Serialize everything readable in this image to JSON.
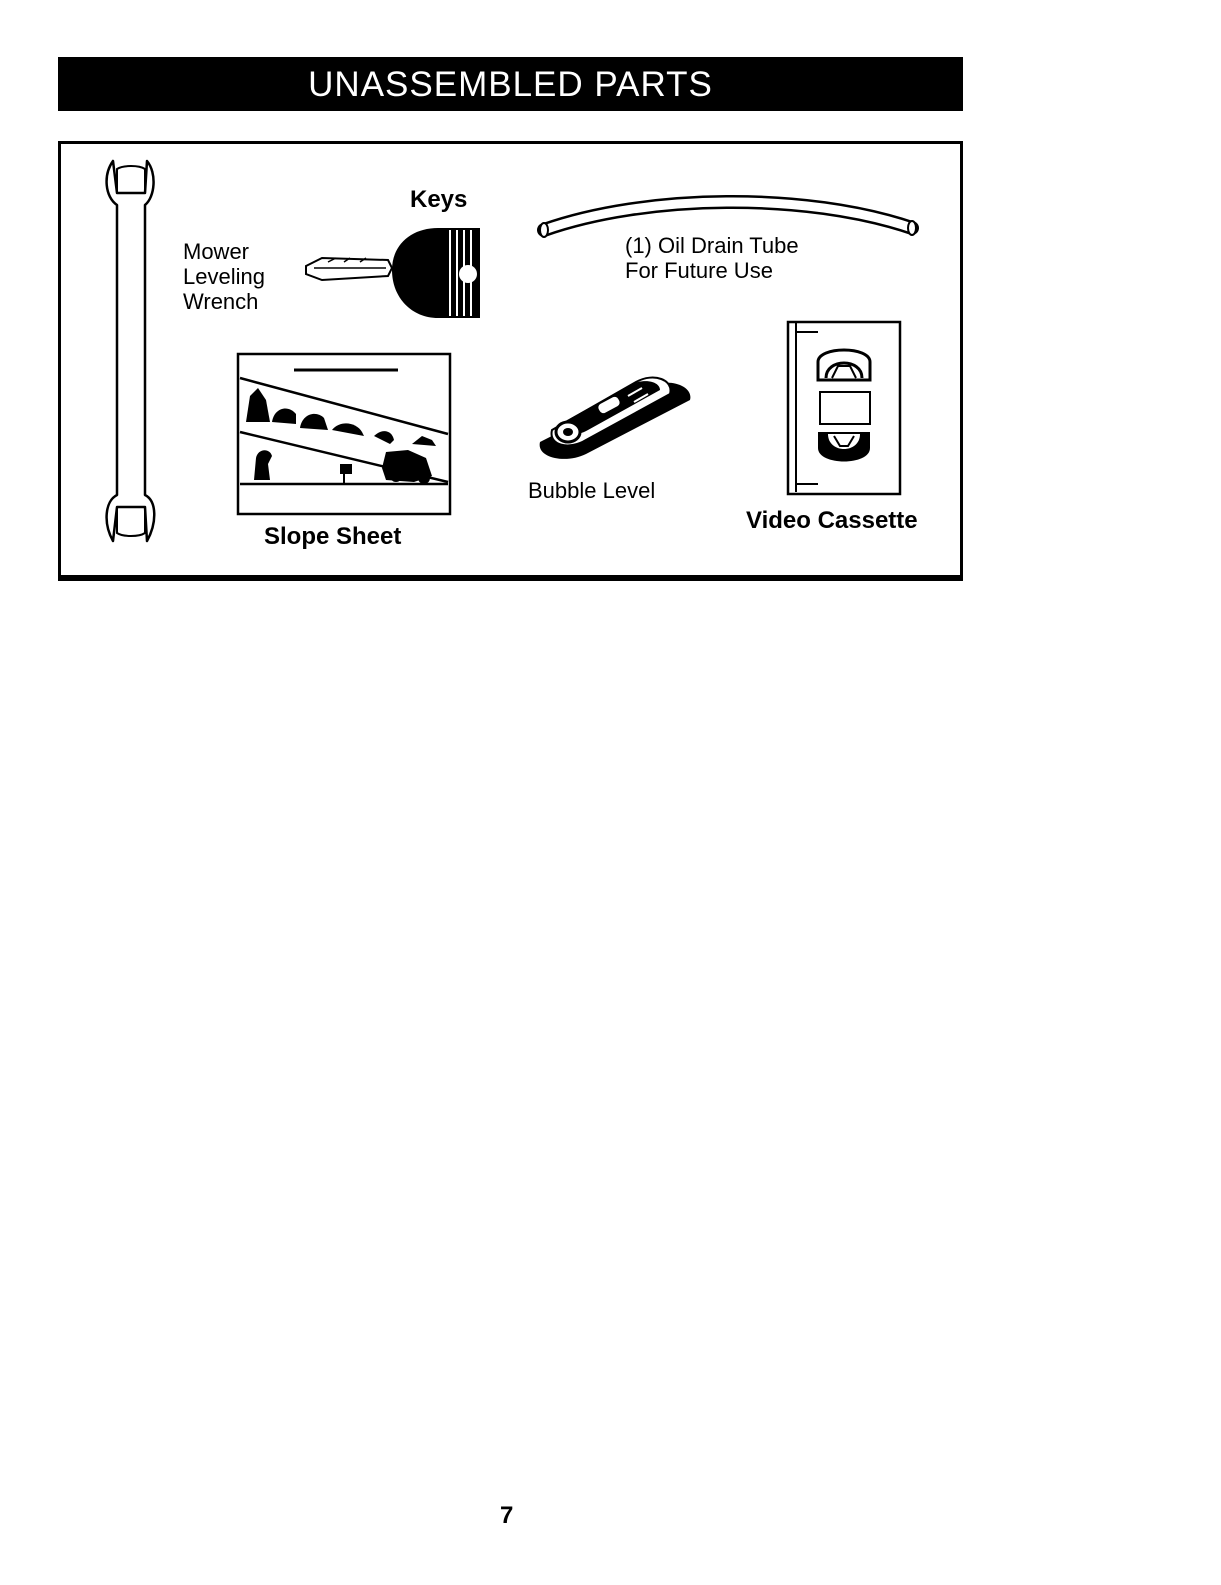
{
  "header": {
    "title": "UNASSEMBLED PARTS"
  },
  "parts": {
    "wrench": {
      "label_lines": [
        "Mower",
        "Leveling",
        "Wrench"
      ],
      "icon": "wrench-icon"
    },
    "keys": {
      "label": "Keys",
      "icon": "key-icon"
    },
    "oil_drain_tube": {
      "label_lines": [
        "(1) Oil Drain Tube",
        "For Future Use"
      ],
      "icon": "tube-icon"
    },
    "slope_sheet": {
      "label": "Slope Sheet",
      "icon": "slope-sheet-icon"
    },
    "bubble_level": {
      "label": "Bubble Level",
      "icon": "bubble-level-icon"
    },
    "video_cassette": {
      "label": "Video Cassette",
      "icon": "video-cassette-icon"
    }
  },
  "footer": {
    "page_number": "7"
  },
  "colors": {
    "ink": "#000000",
    "paper": "#ffffff"
  }
}
